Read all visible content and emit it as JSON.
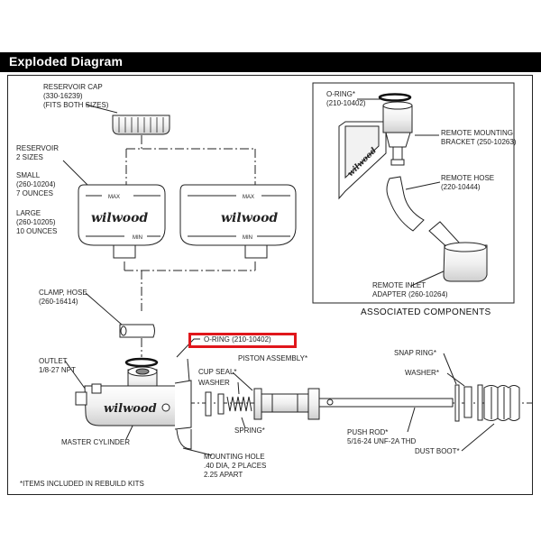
{
  "header": {
    "title": "Exploded Diagram"
  },
  "labels": {
    "reservoir_cap": [
      "RESERVOIR CAP",
      "(330-16239)",
      "(FITS BOTH SIZES)"
    ],
    "reservoir": [
      "RESERVOIR",
      "2 SIZES"
    ],
    "small": [
      "SMALL",
      "(260-10204)",
      "7 OUNCES"
    ],
    "large": [
      "LARGE",
      "(260-10205)",
      "10 OUNCES"
    ],
    "clamp_hose": [
      "CLAMP, HOSE",
      "(260-16414)"
    ],
    "o_ring_main": "O-RING (210-10402)",
    "outlet": [
      "OUTLET",
      "1/8-27 NPT"
    ],
    "piston_assembly": "PISTON ASSEMBLY*",
    "cup_seal": "CUP SEAL*",
    "washer_left": "WASHER",
    "spring": "SPRING*",
    "master_cylinder": "MASTER CYLINDER",
    "mounting_hole": [
      "MOUNTING HOLE",
      ".40 DIA, 2 PLACES",
      "2.25 APART"
    ],
    "snap_ring": "SNAP RING*",
    "washer_right": "WASHER*",
    "push_rod": [
      "PUSH ROD*",
      "5/16-24 UNF-2A THD"
    ],
    "dust_boot": "DUST BOOT*",
    "footnote": "*ITEMS INCLUDED IN REBUILD KITS",
    "assoc_o_ring": [
      "O-RING*",
      "(210-10402)"
    ],
    "remote_mounting_bracket": [
      "REMOTE MOUNTING",
      "BRACKET (250-10263)"
    ],
    "remote_hose": [
      "REMOTE HOSE",
      "(220-10444)"
    ],
    "remote_inlet_adapter": [
      "REMOTE INLET",
      "ADAPTER (260-10264)"
    ],
    "associated_components": "ASSOCIATED COMPONENTS"
  },
  "brand": {
    "logo_text": "wilwood",
    "max_text": "MAX",
    "min_text": "MIN"
  },
  "colors": {
    "highlight": "#e0161b",
    "header_bg": "#000000"
  }
}
